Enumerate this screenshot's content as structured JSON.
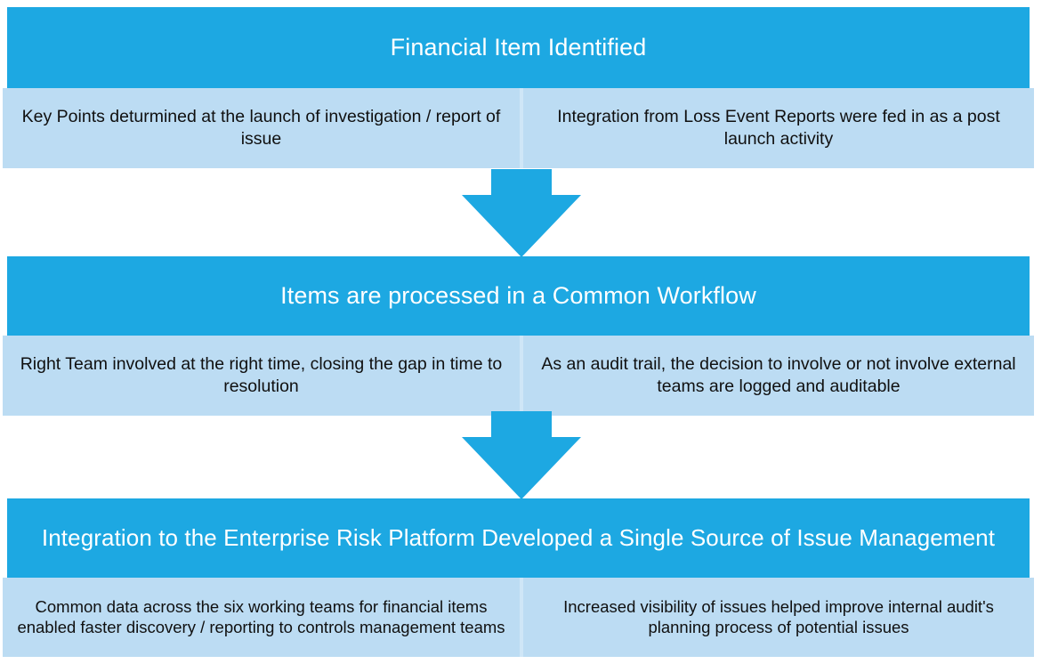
{
  "diagram": {
    "type": "vertical-process-flow",
    "orientation": "top-to-bottom",
    "accent_color": "#1DA8E2",
    "cell_color": "#BCDCF3",
    "divider_color": "#CFE6F7",
    "header_text_color": "#FFFFFF",
    "cell_text_color": "#101010",
    "background": "#FFFFFF",
    "stages": [
      {
        "title": "Financial Item Identified",
        "points": [
          "Key Points deturmined at the launch of investigation / report of issue",
          "Integration from Loss Event Reports were fed in as a post launch activity"
        ]
      },
      {
        "title": "Items are processed in a Common Workflow",
        "points": [
          "Right Team involved at the right time, closing the gap in time to resolution",
          "As an audit trail, the decision to involve or not involve external teams are logged and auditable"
        ]
      },
      {
        "title": "Integration to the Enterprise Risk Platform Developed a Single Source of Issue Management",
        "points": [
          "Common data across the six working teams for financial items enabled faster discovery / reporting to controls management teams",
          "Increased visibility of issues helped improve internal audit's planning process of potential issues"
        ]
      }
    ],
    "connectors": [
      {
        "shape": "down-arrow",
        "from_stage": 1,
        "to_stage": 2
      },
      {
        "shape": "down-arrow",
        "from_stage": 2,
        "to_stage": 3
      }
    ]
  }
}
